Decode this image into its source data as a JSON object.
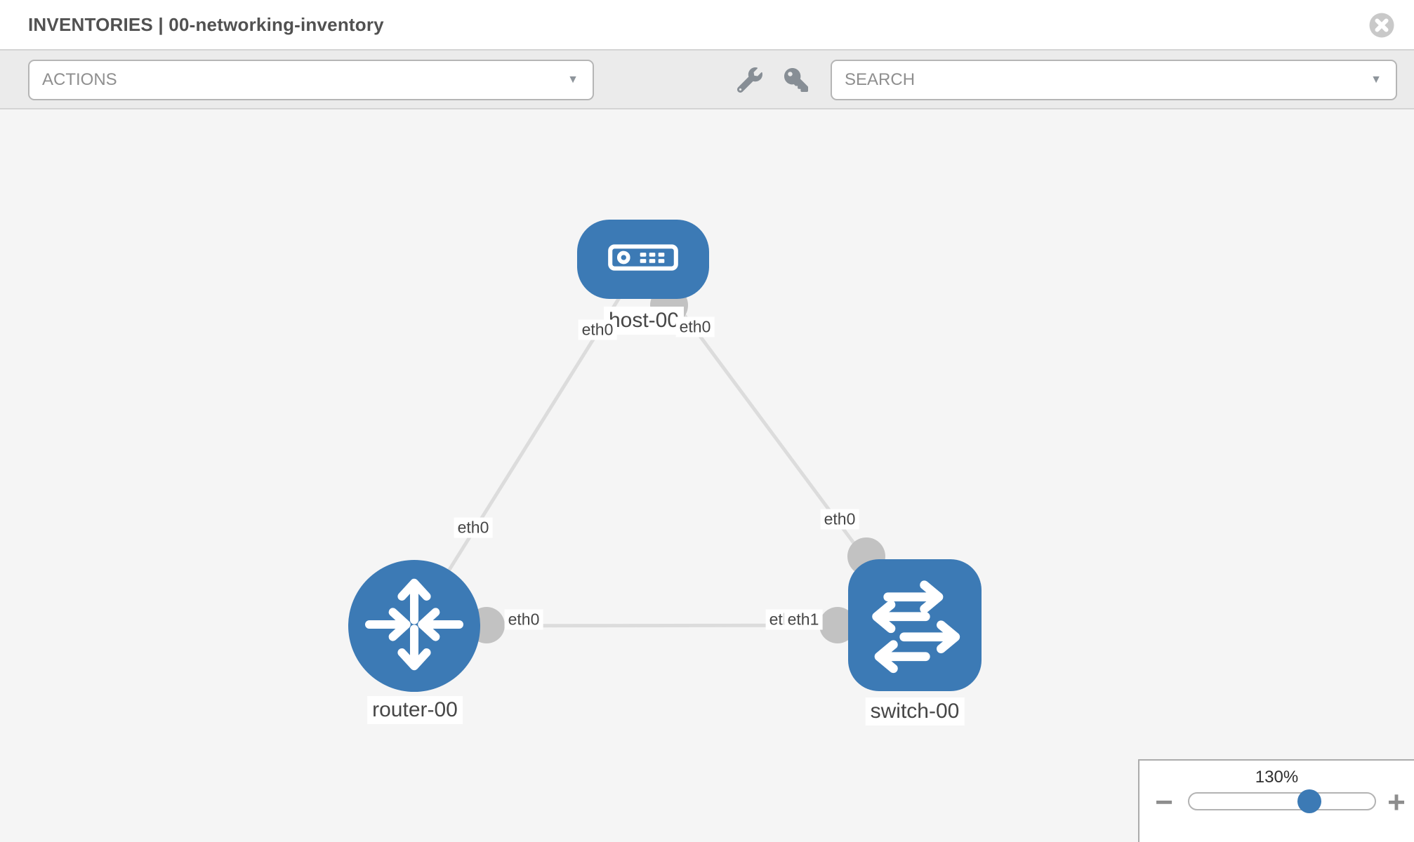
{
  "header": {
    "title": "INVENTORIES | 00-networking-inventory",
    "close_icon": "circle-x"
  },
  "toolbar": {
    "actions_placeholder": "ACTIONS",
    "search_placeholder": "SEARCH",
    "caret_glyph": "▼",
    "icons": [
      "wrench-icon",
      "key-icon"
    ]
  },
  "topology": {
    "nodes": [
      {
        "id": "host-00",
        "label": "host-00",
        "type": "host",
        "icon": "server-icon"
      },
      {
        "id": "router-00",
        "label": "router-00",
        "type": "router",
        "icon": "router-arrows-icon"
      },
      {
        "id": "switch-00",
        "label": "switch-00",
        "type": "switch",
        "icon": "switch-arrows-icon"
      }
    ],
    "links": [
      {
        "from": "host-00",
        "to": "router-00"
      },
      {
        "from": "host-00",
        "to": "switch-00"
      },
      {
        "from": "router-00",
        "to": "switch-00"
      }
    ],
    "port_labels": {
      "host_left": "eth0",
      "host_right": "eth0",
      "router_top": "eth0",
      "switch_top": "eth0",
      "mid_left": "eth0",
      "mid_right_under": "eth0",
      "mid_right_over": "eth1"
    }
  },
  "zoom_control": {
    "percent": 130,
    "percent_label": "130%",
    "minus_label": "−",
    "plus_label": "+"
  },
  "colors": {
    "node_blue": "#3c7ab5",
    "link_gray": "#dcdcdc",
    "port_dot_gray": "#c2c2c2",
    "toolbar_bg": "#ebebeb",
    "canvas_bg": "#f5f5f5",
    "label_text": "#464646"
  }
}
